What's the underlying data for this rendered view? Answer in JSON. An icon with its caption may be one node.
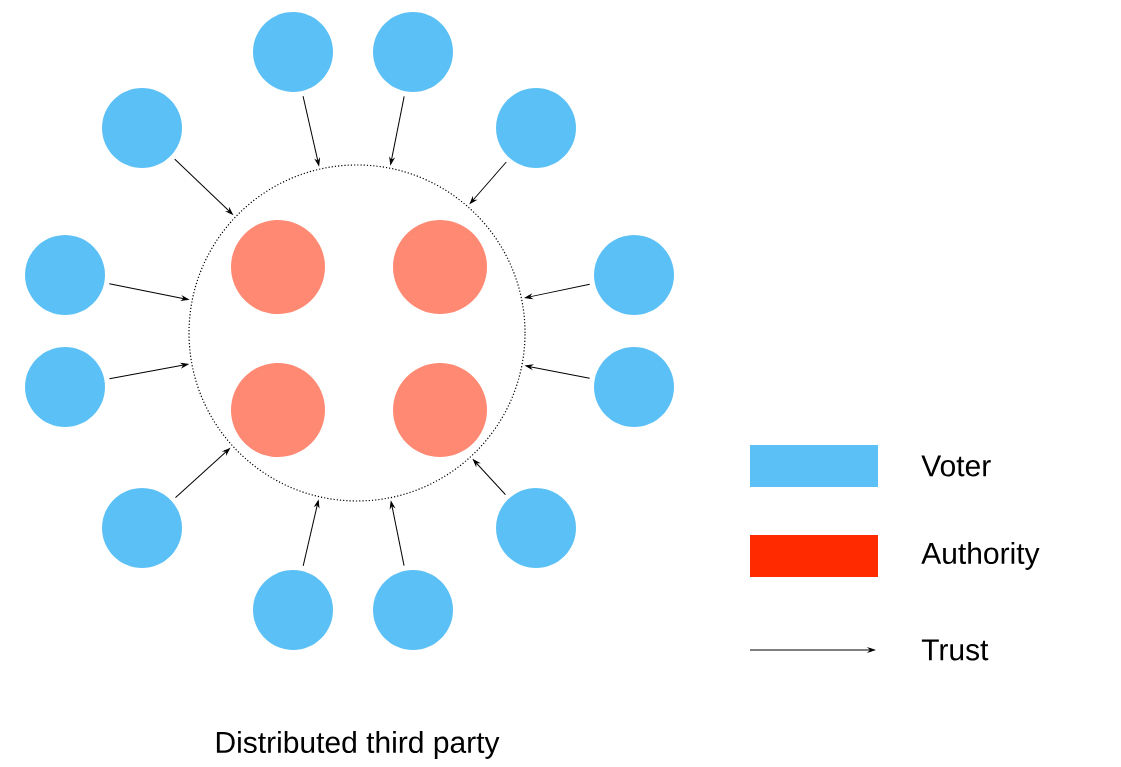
{
  "diagram": {
    "caption": "Distributed third party",
    "nodes": [
      {
        "text": [],
        "shape": "circle"
      },
      {
        "text": [],
        "shape": "circle"
      },
      {
        "text": [],
        "shape": "circle"
      },
      {
        "text": [],
        "shape": "circle"
      },
      {
        "text": [],
        "shape": "circle"
      },
      {
        "text": [],
        "shape": "circle"
      },
      {
        "text": [],
        "shape": "circle",
        "in": 0
      },
      {
        "text": [],
        "shape": "circle",
        "in": 0
      },
      {
        "text": [],
        "shape": "circle"
      },
      {
        "text": [],
        "shape": "circle"
      },
      {
        "text": [],
        "shape": "circle",
        "in": 0
      },
      {
        "text": [],
        "shape": "circle",
        "in": 0
      },
      {
        "text": [],
        "shape": "circle"
      },
      {
        "text": [],
        "shape": "circle"
      },
      {
        "text": [],
        "shape": "circle"
      },
      {
        "text": [],
        "shape": "circle"
      },
      {
        "text": [],
        "shape": "circle"
      }
    ],
    "edges": [
      {
        "from": 1,
        "to": 0,
        "arrow": "to"
      },
      {
        "from": 2,
        "to": 0,
        "arrow": "to"
      },
      {
        "from": 3,
        "to": 0,
        "arrow": "to"
      },
      {
        "from": 4,
        "to": 0,
        "arrow": "to"
      },
      {
        "from": 5,
        "to": 0,
        "arrow": "to"
      },
      {
        "from": 8,
        "to": 0,
        "arrow": "to"
      },
      {
        "from": 9,
        "to": 0,
        "arrow": "to"
      },
      {
        "from": 12,
        "to": 0,
        "arrow": "to"
      },
      {
        "from": 13,
        "to": 0,
        "arrow": "to"
      },
      {
        "from": 14,
        "to": 0,
        "arrow": "to"
      },
      {
        "from": 15,
        "to": 0,
        "arrow": "to"
      },
      {
        "from": 16,
        "to": 0,
        "arrow": "to"
      }
    ],
    "legend": [
      {
        "text": "Voter",
        "color": "#5bc0f5"
      },
      {
        "text": "Authority",
        "color": "#ff2a00"
      },
      {
        "text": "Trust"
      }
    ]
  }
}
